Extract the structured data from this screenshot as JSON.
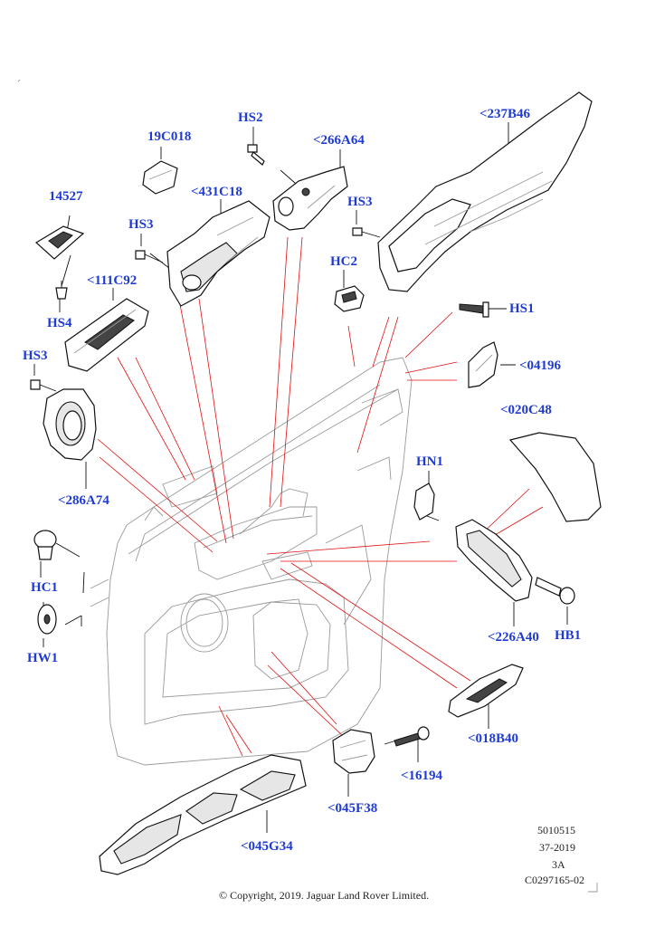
{
  "labels": {
    "hs2": "HS2",
    "c266a64": "<266A64",
    "c237b46": "<237B46",
    "c19c018": "19C018",
    "c431c18": "<431C18",
    "c14527": "14527",
    "hs3_a": "HS3",
    "hs3_b": "HS3",
    "hs3_c": "HS3",
    "hc2": "HC2",
    "hs1": "HS1",
    "c111c92": "<111C92",
    "hs4": "HS4",
    "c04196": "<04196",
    "c020c48": "<020C48",
    "c286a74": "<286A74",
    "hn1": "HN1",
    "hc1": "HC1",
    "hw1": "HW1",
    "c226a40": "<226A40",
    "hb1": "HB1",
    "c018b40": "<018B40",
    "c16194": "<16194",
    "c045f38": "<045F38",
    "c045g34": "<045G34"
  },
  "meta": {
    "line1": "5010515",
    "line2": "37-2019",
    "line3": "3A",
    "line4": "C0297165-02"
  },
  "copyright": "© Copyright, 2019. Jaguar Land Rover Limited.",
  "colors": {
    "label": "#1f3bd1",
    "leader_red": "#e01010",
    "outline": "#111111"
  }
}
